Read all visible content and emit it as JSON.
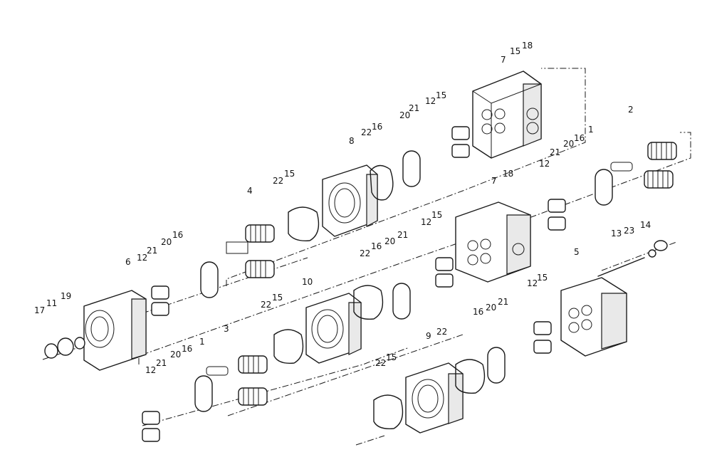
{
  "diagram": {
    "labels": [
      "1",
      "2",
      "3",
      "4",
      "5",
      "6",
      "7",
      "8",
      "9",
      "10",
      "11",
      "12",
      "13",
      "14",
      "15",
      "16",
      "17",
      "18",
      "19",
      "20",
      "21",
      "22",
      "23"
    ],
    "callouts": [
      {
        "id": "c7a",
        "text": "7"
      },
      {
        "id": "c15a",
        "text": "15"
      },
      {
        "id": "c18a",
        "text": "18"
      },
      {
        "id": "c12a",
        "text": "12"
      },
      {
        "id": "c15b",
        "text": "15"
      },
      {
        "id": "c2",
        "text": "2"
      },
      {
        "id": "c20a",
        "text": "20"
      },
      {
        "id": "c21a",
        "text": "21"
      },
      {
        "id": "c22a",
        "text": "22"
      },
      {
        "id": "c16a",
        "text": "16"
      },
      {
        "id": "c8",
        "text": "8"
      },
      {
        "id": "c12b",
        "text": "12"
      },
      {
        "id": "c21b",
        "text": "21"
      },
      {
        "id": "c20b",
        "text": "20"
      },
      {
        "id": "c16b",
        "text": "16"
      },
      {
        "id": "c1a",
        "text": "1"
      },
      {
        "id": "c22b",
        "text": "22"
      },
      {
        "id": "c15c",
        "text": "15"
      },
      {
        "id": "c7b",
        "text": "7"
      },
      {
        "id": "c18b",
        "text": "18"
      },
      {
        "id": "c4",
        "text": "4"
      },
      {
        "id": "c12c",
        "text": "12"
      },
      {
        "id": "c15d",
        "text": "15"
      },
      {
        "id": "c13",
        "text": "13"
      },
      {
        "id": "c23",
        "text": "23"
      },
      {
        "id": "c14",
        "text": "14"
      },
      {
        "id": "c21c",
        "text": "21"
      },
      {
        "id": "c20c",
        "text": "20"
      },
      {
        "id": "c16c",
        "text": "16"
      },
      {
        "id": "c22c",
        "text": "22"
      },
      {
        "id": "c6",
        "text": "6"
      },
      {
        "id": "c12d",
        "text": "12"
      },
      {
        "id": "c21d",
        "text": "21"
      },
      {
        "id": "c20d",
        "text": "20"
      },
      {
        "id": "c16d",
        "text": "16"
      },
      {
        "id": "c5",
        "text": "5"
      },
      {
        "id": "c10",
        "text": "10"
      },
      {
        "id": "c22d",
        "text": "22"
      },
      {
        "id": "c15e",
        "text": "15"
      },
      {
        "id": "c12e",
        "text": "12"
      },
      {
        "id": "c15f",
        "text": "15"
      },
      {
        "id": "c17",
        "text": "17"
      },
      {
        "id": "c11",
        "text": "11"
      },
      {
        "id": "c19",
        "text": "19"
      },
      {
        "id": "c3",
        "text": "3"
      },
      {
        "id": "c16e",
        "text": "16"
      },
      {
        "id": "c20e",
        "text": "20"
      },
      {
        "id": "c21e",
        "text": "21"
      },
      {
        "id": "c9",
        "text": "9"
      },
      {
        "id": "c22e",
        "text": "22"
      },
      {
        "id": "c12f",
        "text": "12"
      },
      {
        "id": "c21f",
        "text": "21"
      },
      {
        "id": "c20f",
        "text": "20"
      },
      {
        "id": "c16f",
        "text": "16"
      },
      {
        "id": "c1b",
        "text": "1"
      },
      {
        "id": "c22f",
        "text": "22"
      },
      {
        "id": "c15g",
        "text": "15"
      }
    ]
  }
}
